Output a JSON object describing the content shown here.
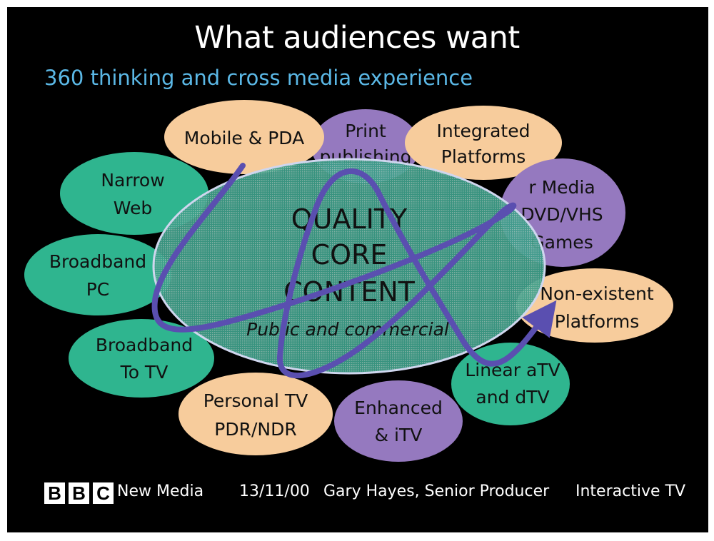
{
  "slide": {
    "title": "What audiences want",
    "subtitle": "360 thinking and cross media experience"
  },
  "core": {
    "lines": [
      "QUALITY",
      "CORE",
      "CONTENT"
    ],
    "sub": "Public and commercial"
  },
  "nodes": [
    {
      "id": "mobile-pda",
      "lines": [
        "Mobile & PDA"
      ],
      "color": "peach"
    },
    {
      "id": "print-publishing",
      "lines": [
        "Print",
        "publishing"
      ],
      "color": "purple"
    },
    {
      "id": "integrated-platforms",
      "lines": [
        "Integrated",
        "Platforms"
      ],
      "color": "peach"
    },
    {
      "id": "narrow-web",
      "lines": [
        "Narrow",
        "Web"
      ],
      "color": "teal"
    },
    {
      "id": "other-media",
      "lines": [
        "r Media",
        "DVD/VHS",
        "Games"
      ],
      "color": "purple"
    },
    {
      "id": "broadband-pc",
      "lines": [
        "Broadband",
        "PC"
      ],
      "color": "teal"
    },
    {
      "id": "non-existent-platforms",
      "lines": [
        "Non-existent",
        "Platforms"
      ],
      "color": "peach"
    },
    {
      "id": "broadband-to-tv",
      "lines": [
        "Broadband",
        "To TV"
      ],
      "color": "teal"
    },
    {
      "id": "linear-atv-dtv",
      "lines": [
        "Linear aTV",
        "and dTV"
      ],
      "color": "teal"
    },
    {
      "id": "personal-tv",
      "lines": [
        "Personal TV",
        "PDR/NDR"
      ],
      "color": "peach"
    },
    {
      "id": "enhanced-itv",
      "lines": [
        "Enhanced",
        "& iTV"
      ],
      "color": "purple"
    }
  ],
  "colors": {
    "background": "#000000",
    "teal": "#2fb58f",
    "peach": "#f7cc9c",
    "purple": "#9579bf",
    "arrow": "#5a4fb0",
    "core_fill": "#3a9a86",
    "core_stroke": "#cfd6ee",
    "subtitle": "#5bb8e6"
  },
  "footer": {
    "bbc_letters": [
      "B",
      "B",
      "C"
    ],
    "brand": "New Media",
    "date": "13/11/00",
    "author": "Gary Hayes, Senior Producer",
    "department": "Interactive TV"
  }
}
